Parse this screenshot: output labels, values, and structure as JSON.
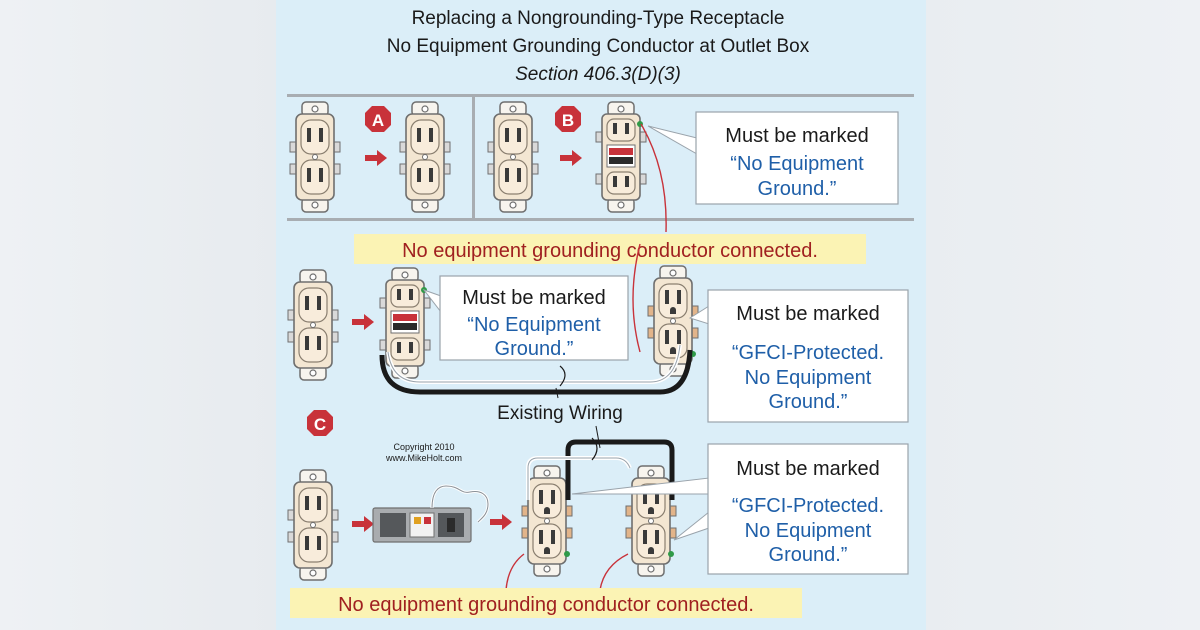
{
  "title": {
    "line1": "Replacing a Nongrounding-Type Receptacle",
    "line2": "No Equipment Grounding Conductor at Outlet Box",
    "line3": "Section 406.3(D)(3)"
  },
  "badges": {
    "a": "A",
    "b": "B",
    "c": "C"
  },
  "callout_b": {
    "heading": "Must be marked",
    "line1": "“No Equipment",
    "line2": "Ground.”"
  },
  "callout_mid": {
    "heading": "Must be marked",
    "line1": "“No Equipment",
    "line2": "Ground.”"
  },
  "callout_right_mid": {
    "heading": "Must be marked",
    "line1": "“GFCI-Protected.",
    "line2": "No Equipment",
    "line3": "Ground.”"
  },
  "callout_right_bottom": {
    "heading": "Must be marked",
    "line1": "“GFCI-Protected.",
    "line2": "No Equipment",
    "line3": "Ground.”"
  },
  "notice_top": "No equipment grounding conductor connected.",
  "notice_bottom": "No equipment grounding conductor connected.",
  "existing_wiring": "Existing Wiring",
  "copyright": {
    "line1": "Copyright 2010",
    "line2": "www.MikeHolt.com"
  },
  "colors": {
    "panel_bg": "#dbeef8",
    "badge_red": "#c8323a",
    "arrow_red": "#c8323a",
    "notice_text": "#a02020",
    "notice_bg": "#fbf3b4",
    "callout_blue": "#1f5fa8",
    "divider_gray": "#a8adb2"
  }
}
